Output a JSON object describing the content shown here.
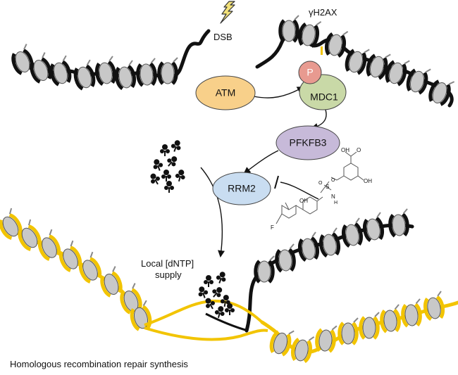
{
  "labels": {
    "dsb": "DSB",
    "gamma_h2ax": "γH2AX",
    "local_dntp_line1": "Local [dNTP]",
    "local_dntp_line2": "supply",
    "caption": "Homologous recombination repair synthesis"
  },
  "nodes": {
    "atm": "ATM",
    "p": "P",
    "mdc1": "MDC1",
    "pfkfb3": "PFKFB3",
    "rrm2": "RRM2"
  },
  "inhibitor_atoms": {
    "oh_top": "OH",
    "o_top": "O",
    "oh_right": "OH",
    "oh_left": "OH",
    "s": "S",
    "o1": "O",
    "o2": "O",
    "n": "N",
    "h": "H",
    "f": "F"
  },
  "colors": {
    "chromatin": "#111111",
    "homolog": "#f2c400",
    "histone": "#c8c8c8",
    "atm_fill": "#f8d08a",
    "p_fill": "#e89a90",
    "mdc1_fill": "#c9d9a7",
    "pfkfb3_fill": "#c7bad9",
    "rrm2_fill": "#c9ddf1",
    "lightning": "#f3e27a"
  },
  "icons": [
    "lightning-bolt-icon",
    "dntp-molecule-icon",
    "inhibitor-structure-icon"
  ]
}
